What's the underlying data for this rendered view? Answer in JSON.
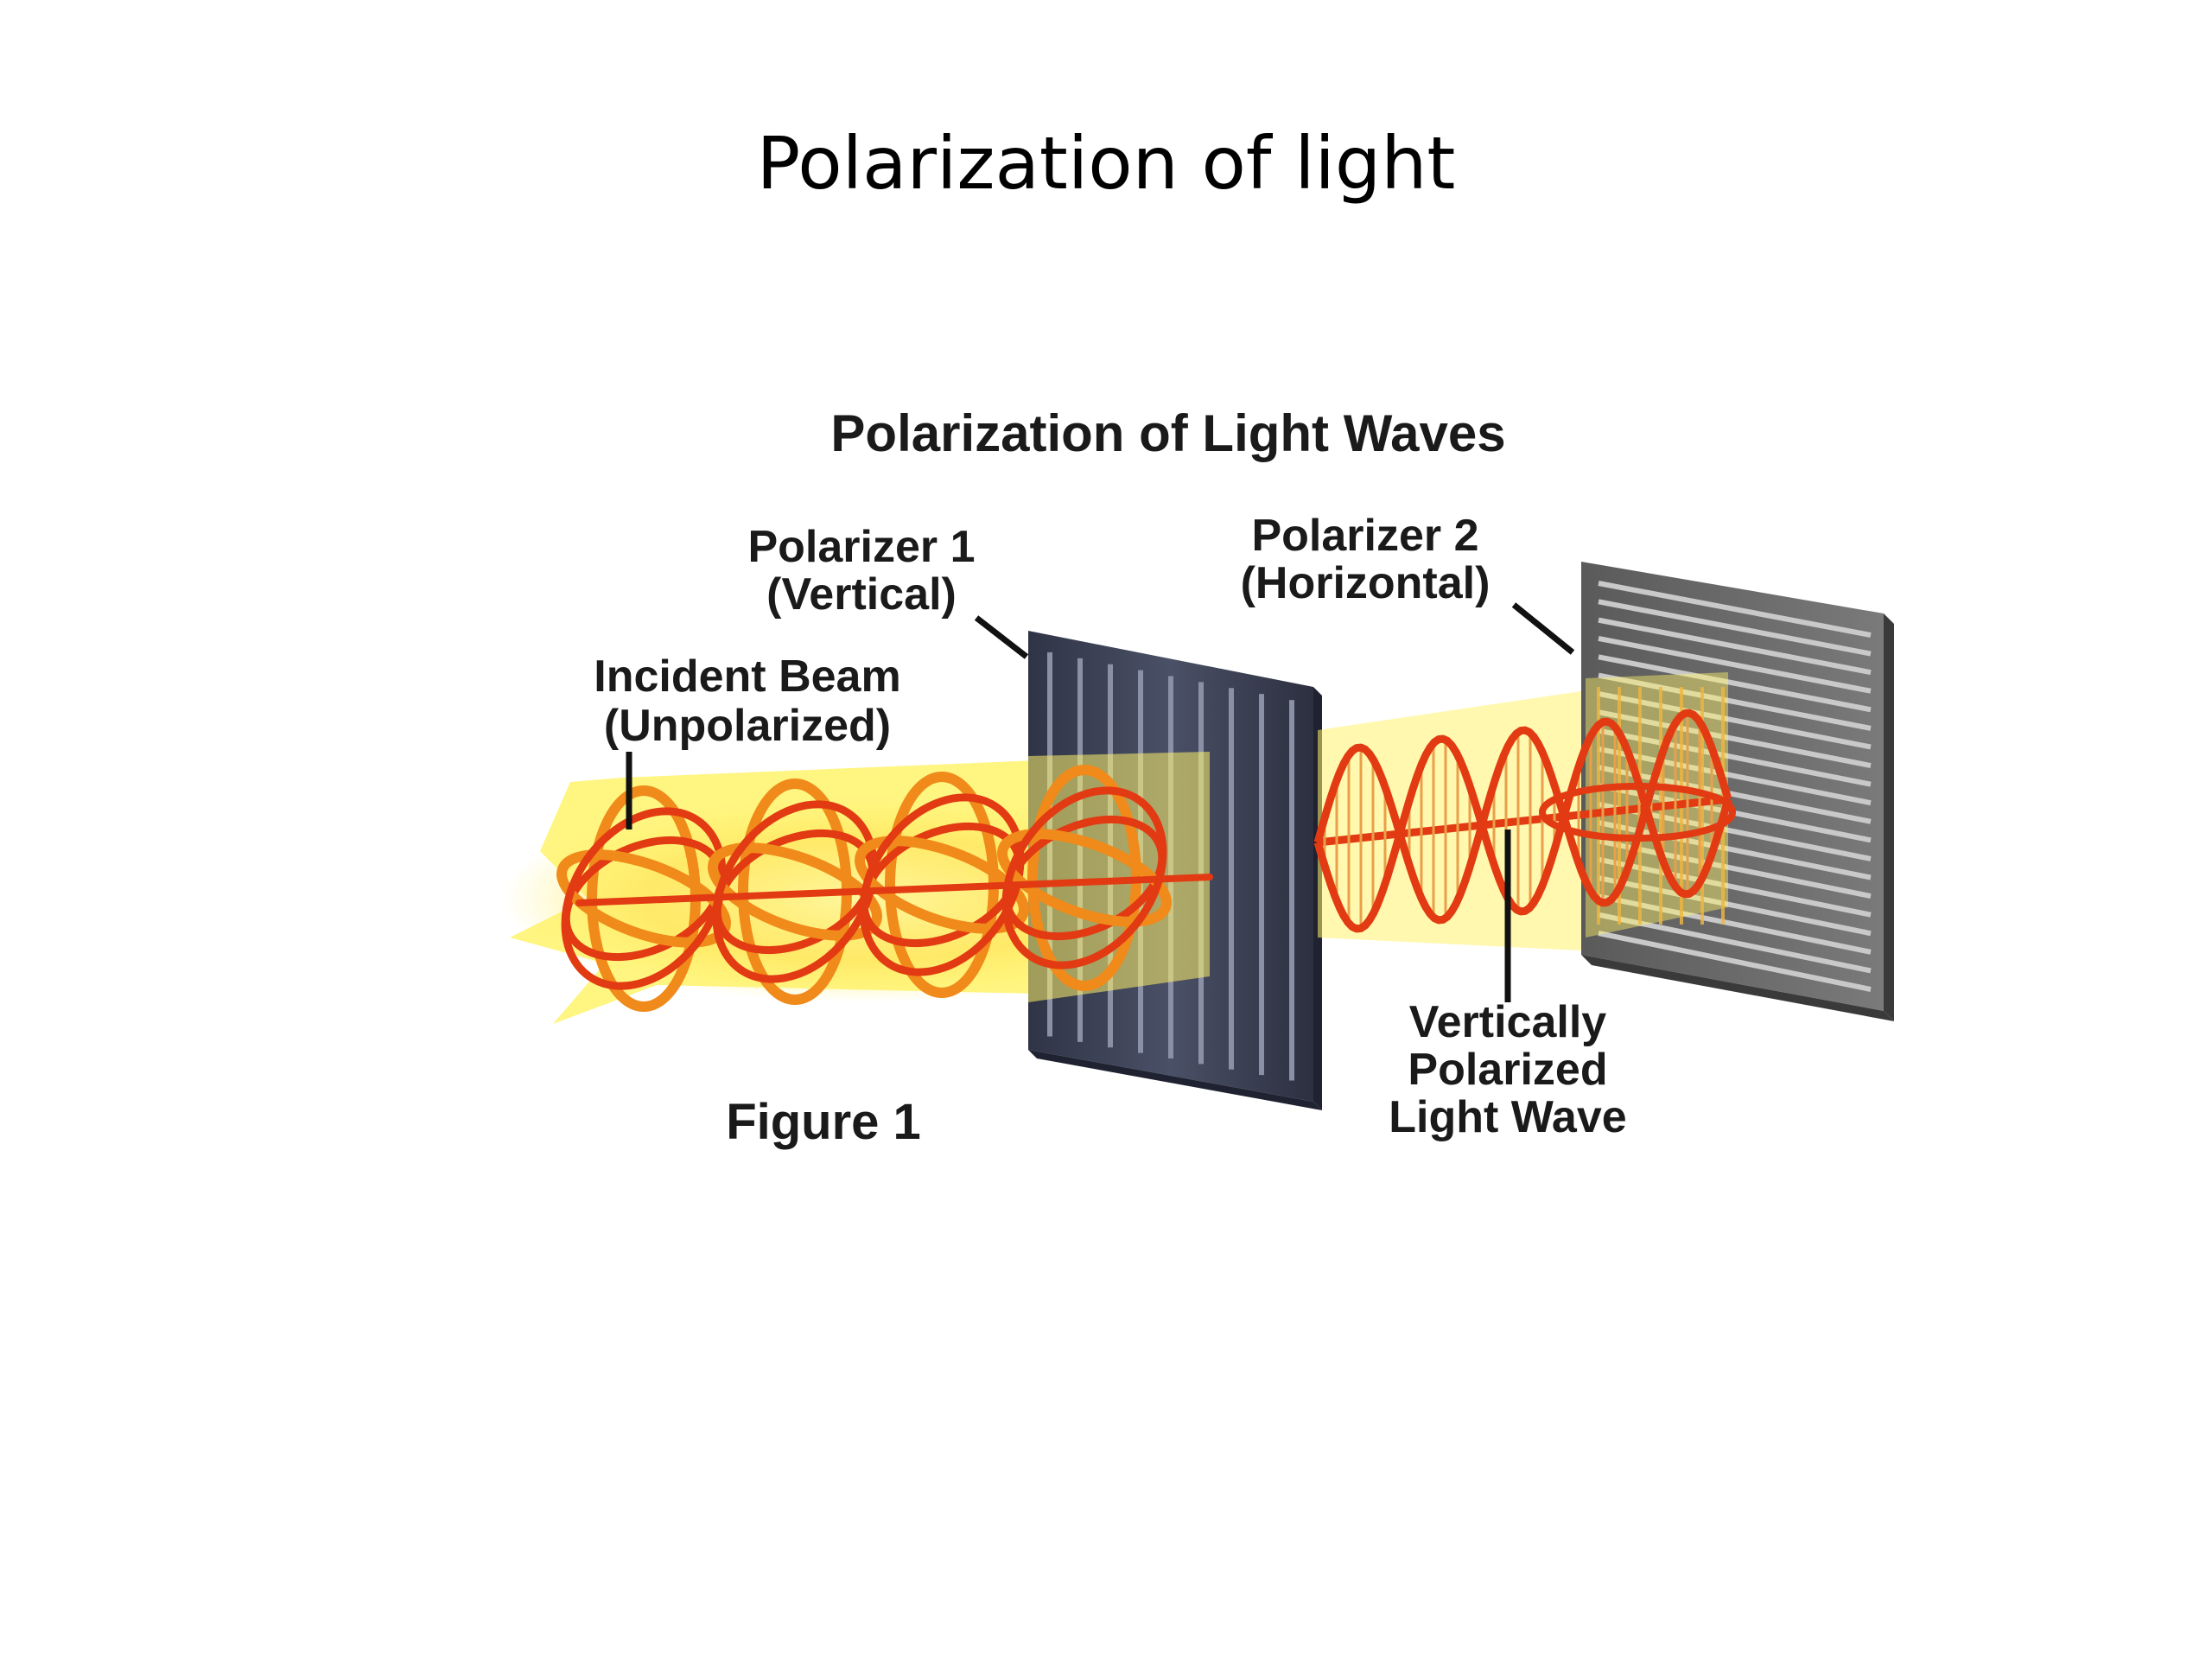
{
  "slide": {
    "title": "Polarization of light"
  },
  "figure": {
    "title": "Polarization of Light Waves",
    "caption": "Figure 1",
    "labels": {
      "polarizer1_line1": "Polarizer 1",
      "polarizer1_line2": "(Vertical)",
      "polarizer2_line1": "Polarizer 2",
      "polarizer2_line2": "(Horizontal)",
      "incident_line1": "Incident Beam",
      "incident_line2": "(Unpolarized)",
      "vertical_line1": "Vertically",
      "vertical_line2": "Polarized",
      "vertical_line3": "Light Wave"
    }
  },
  "colors": {
    "wave": "#e23a12",
    "wave_dark": "#c4260a",
    "beam": "#fff36b",
    "glow": "#ffd84a",
    "polarizer_dark": "#3c4256",
    "polarizer_grey": "#6c6c6c",
    "label": "#1a1a1a"
  }
}
